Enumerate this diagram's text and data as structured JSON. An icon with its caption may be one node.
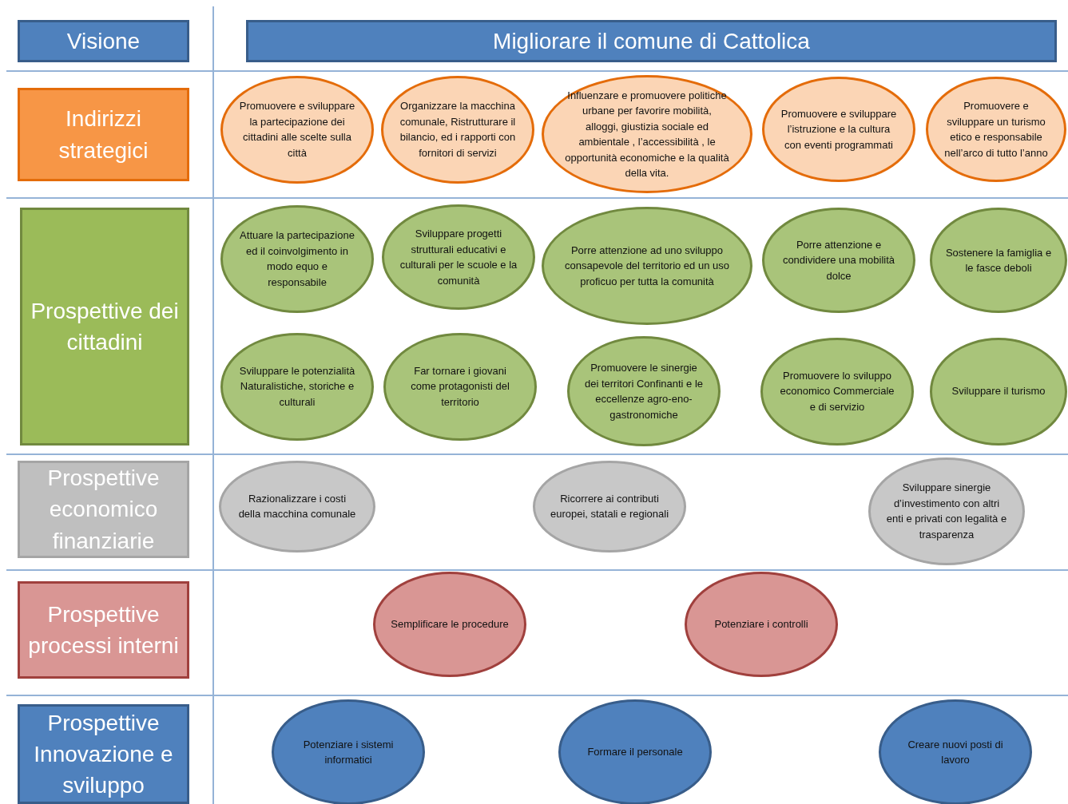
{
  "diagram": {
    "nodes": [
      {
        "text": [
          "Visione"
        ]
      },
      {
        "text": [
          "Migliorare il comune di Cattolica"
        ]
      },
      {
        "text": [
          "Indirizzi strategici"
        ]
      },
      {
        "text": [
          "Promuovere e sviluppare la partecipazione dei cittadini alle scelte sulla città"
        ]
      },
      {
        "text": [
          "Organizzare la macchina comunale, Ristrutturare il bilancio, ed i rapporti con fornitori di servizi"
        ]
      },
      {
        "text": [
          "Influenzare e promuovere politiche urbane per favorire mobilità, alloggi, giustizia sociale ed ambientale , l’accessibilità , le opportunità economiche e la qualità della vita."
        ]
      },
      {
        "text": [
          "Promuovere e sviluppare l’istruzione e la cultura con eventi programmati"
        ]
      },
      {
        "text": [
          "Promuovere e sviluppare un turismo etico e responsabile nell’arco di tutto l’anno"
        ]
      },
      {
        "text": [
          "Prospettive dei cittadini"
        ]
      },
      {
        "text": [
          "Attuare la partecipazione ed il coinvolgimento in modo equo e responsabile"
        ]
      },
      {
        "text": [
          "Sviluppare progetti strutturali educativi e culturali per le scuole e la comunità"
        ]
      },
      {
        "text": [
          "Porre attenzione ad uno sviluppo consapevole del territorio ed un uso proficuo per tutta la comunità"
        ]
      },
      {
        "text": [
          "Porre attenzione e condividere una mobilità dolce"
        ]
      },
      {
        "text": [
          "Sostenere la famiglia e le fasce deboli"
        ]
      },
      {
        "text": [
          "Sviluppare le potenzialità Naturalistiche, storiche e culturali"
        ]
      },
      {
        "text": [
          "Far tornare i giovani come protagonisti del territorio"
        ]
      },
      {
        "text": [
          "Promuovere le sinergie dei territori Confinanti e le eccellenze agro-eno-gastronomiche"
        ]
      },
      {
        "text": [
          "Promuovere lo sviluppo economico Commerciale e di servizio"
        ]
      },
      {
        "text": [
          "Sviluppare il turismo"
        ]
      },
      {
        "text": [
          "Prospettive economico finanziarie"
        ]
      },
      {
        "text": [
          "Razionalizzare i costi della macchina comunale"
        ]
      },
      {
        "text": [
          "Ricorrere ai contributi europei, statali e regionali"
        ]
      },
      {
        "text": [
          "Sviluppare sinergie d’investimento con altri enti e privati con legalità e trasparenza"
        ]
      },
      {
        "text": [
          "Prospettive processi interni"
        ]
      },
      {
        "text": [
          "Semplificare le procedure"
        ]
      },
      {
        "text": [
          "Potenziare i controlli"
        ]
      },
      {
        "text": [
          "Prospettive Innovazione e sviluppo"
        ]
      },
      {
        "text": [
          "Potenziare i sistemi informatici"
        ]
      },
      {
        "text": [
          "Formare il personale"
        ]
      },
      {
        "text": [
          "Creare nuovi posti di lavoro"
        ]
      }
    ]
  }
}
